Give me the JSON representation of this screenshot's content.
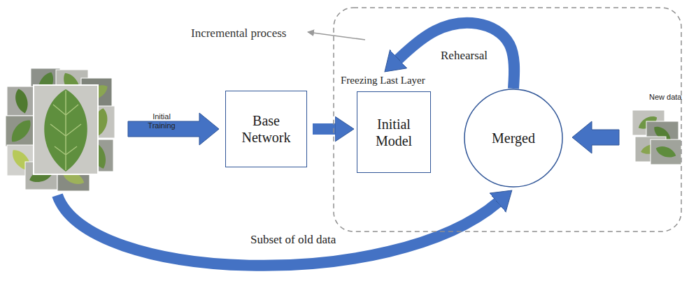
{
  "diagram": {
    "nodes": [
      {
        "text": [
          "Base Network"
        ]
      },
      {
        "text": [
          "Incremental process"
        ]
      },
      {
        "text": [
          "Freezing Last Layer",
          "Initial Model"
        ],
        "in": 1
      },
      {
        "text": [
          "Merged"
        ],
        "in": 1
      }
    ],
    "edges": [
      {
        "from": 0,
        "to": 2,
        "arrow": "to"
      },
      {
        "from": 3,
        "to": 2,
        "label": "Rehearsal",
        "arrow": "to"
      }
    ],
    "labels": [
      "Initial Training",
      "New data",
      "Subset of old data"
    ]
  }
}
